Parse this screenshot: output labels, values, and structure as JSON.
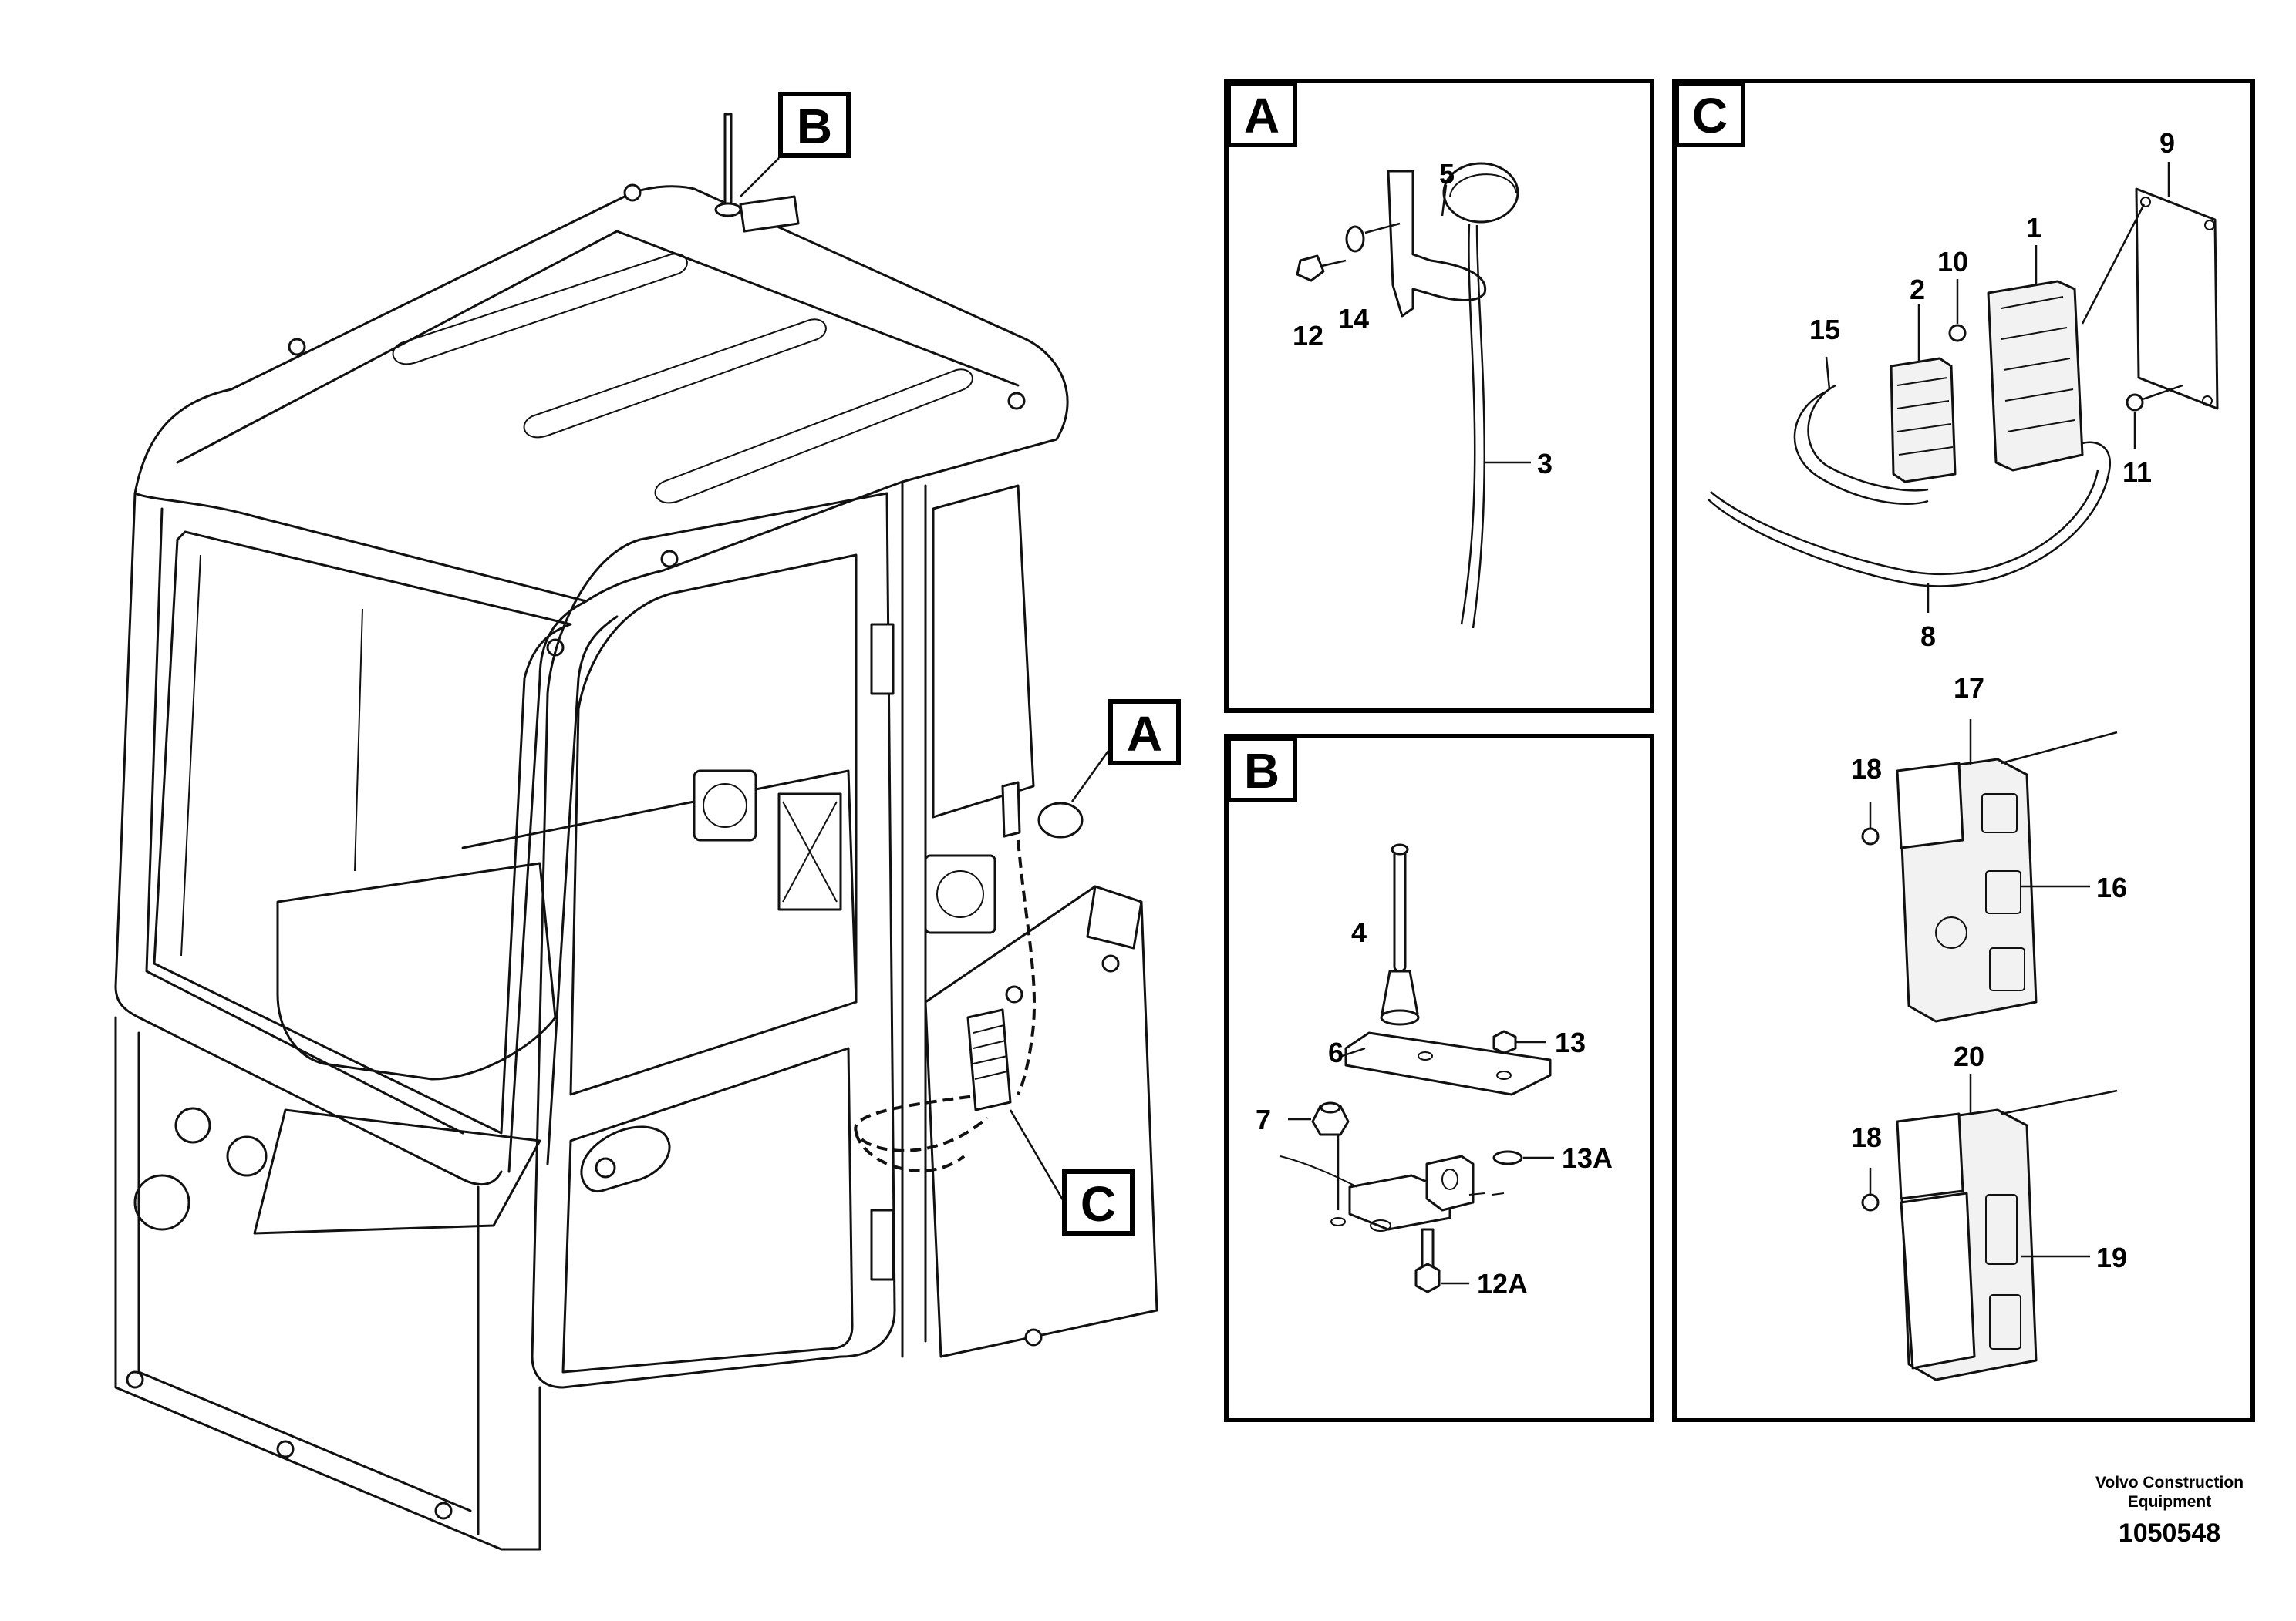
{
  "callouts": {
    "main_a": "A",
    "main_b": "B",
    "main_c": "C",
    "panel_a": "A",
    "panel_b": "B",
    "panel_c": "C"
  },
  "panel_a_labels": [
    "5",
    "12",
    "14",
    "3"
  ],
  "panel_b_labels": [
    "4",
    "6",
    "13",
    "7",
    "13A",
    "12A"
  ],
  "panel_c_labels": [
    "9",
    "1",
    "10",
    "2",
    "15",
    "11",
    "8",
    "17",
    "18",
    "16",
    "20",
    "18",
    "19"
  ],
  "footer": {
    "maker_line1": "Volvo Construction",
    "maker_line2": "Equipment",
    "drawing_number": "1050548"
  }
}
